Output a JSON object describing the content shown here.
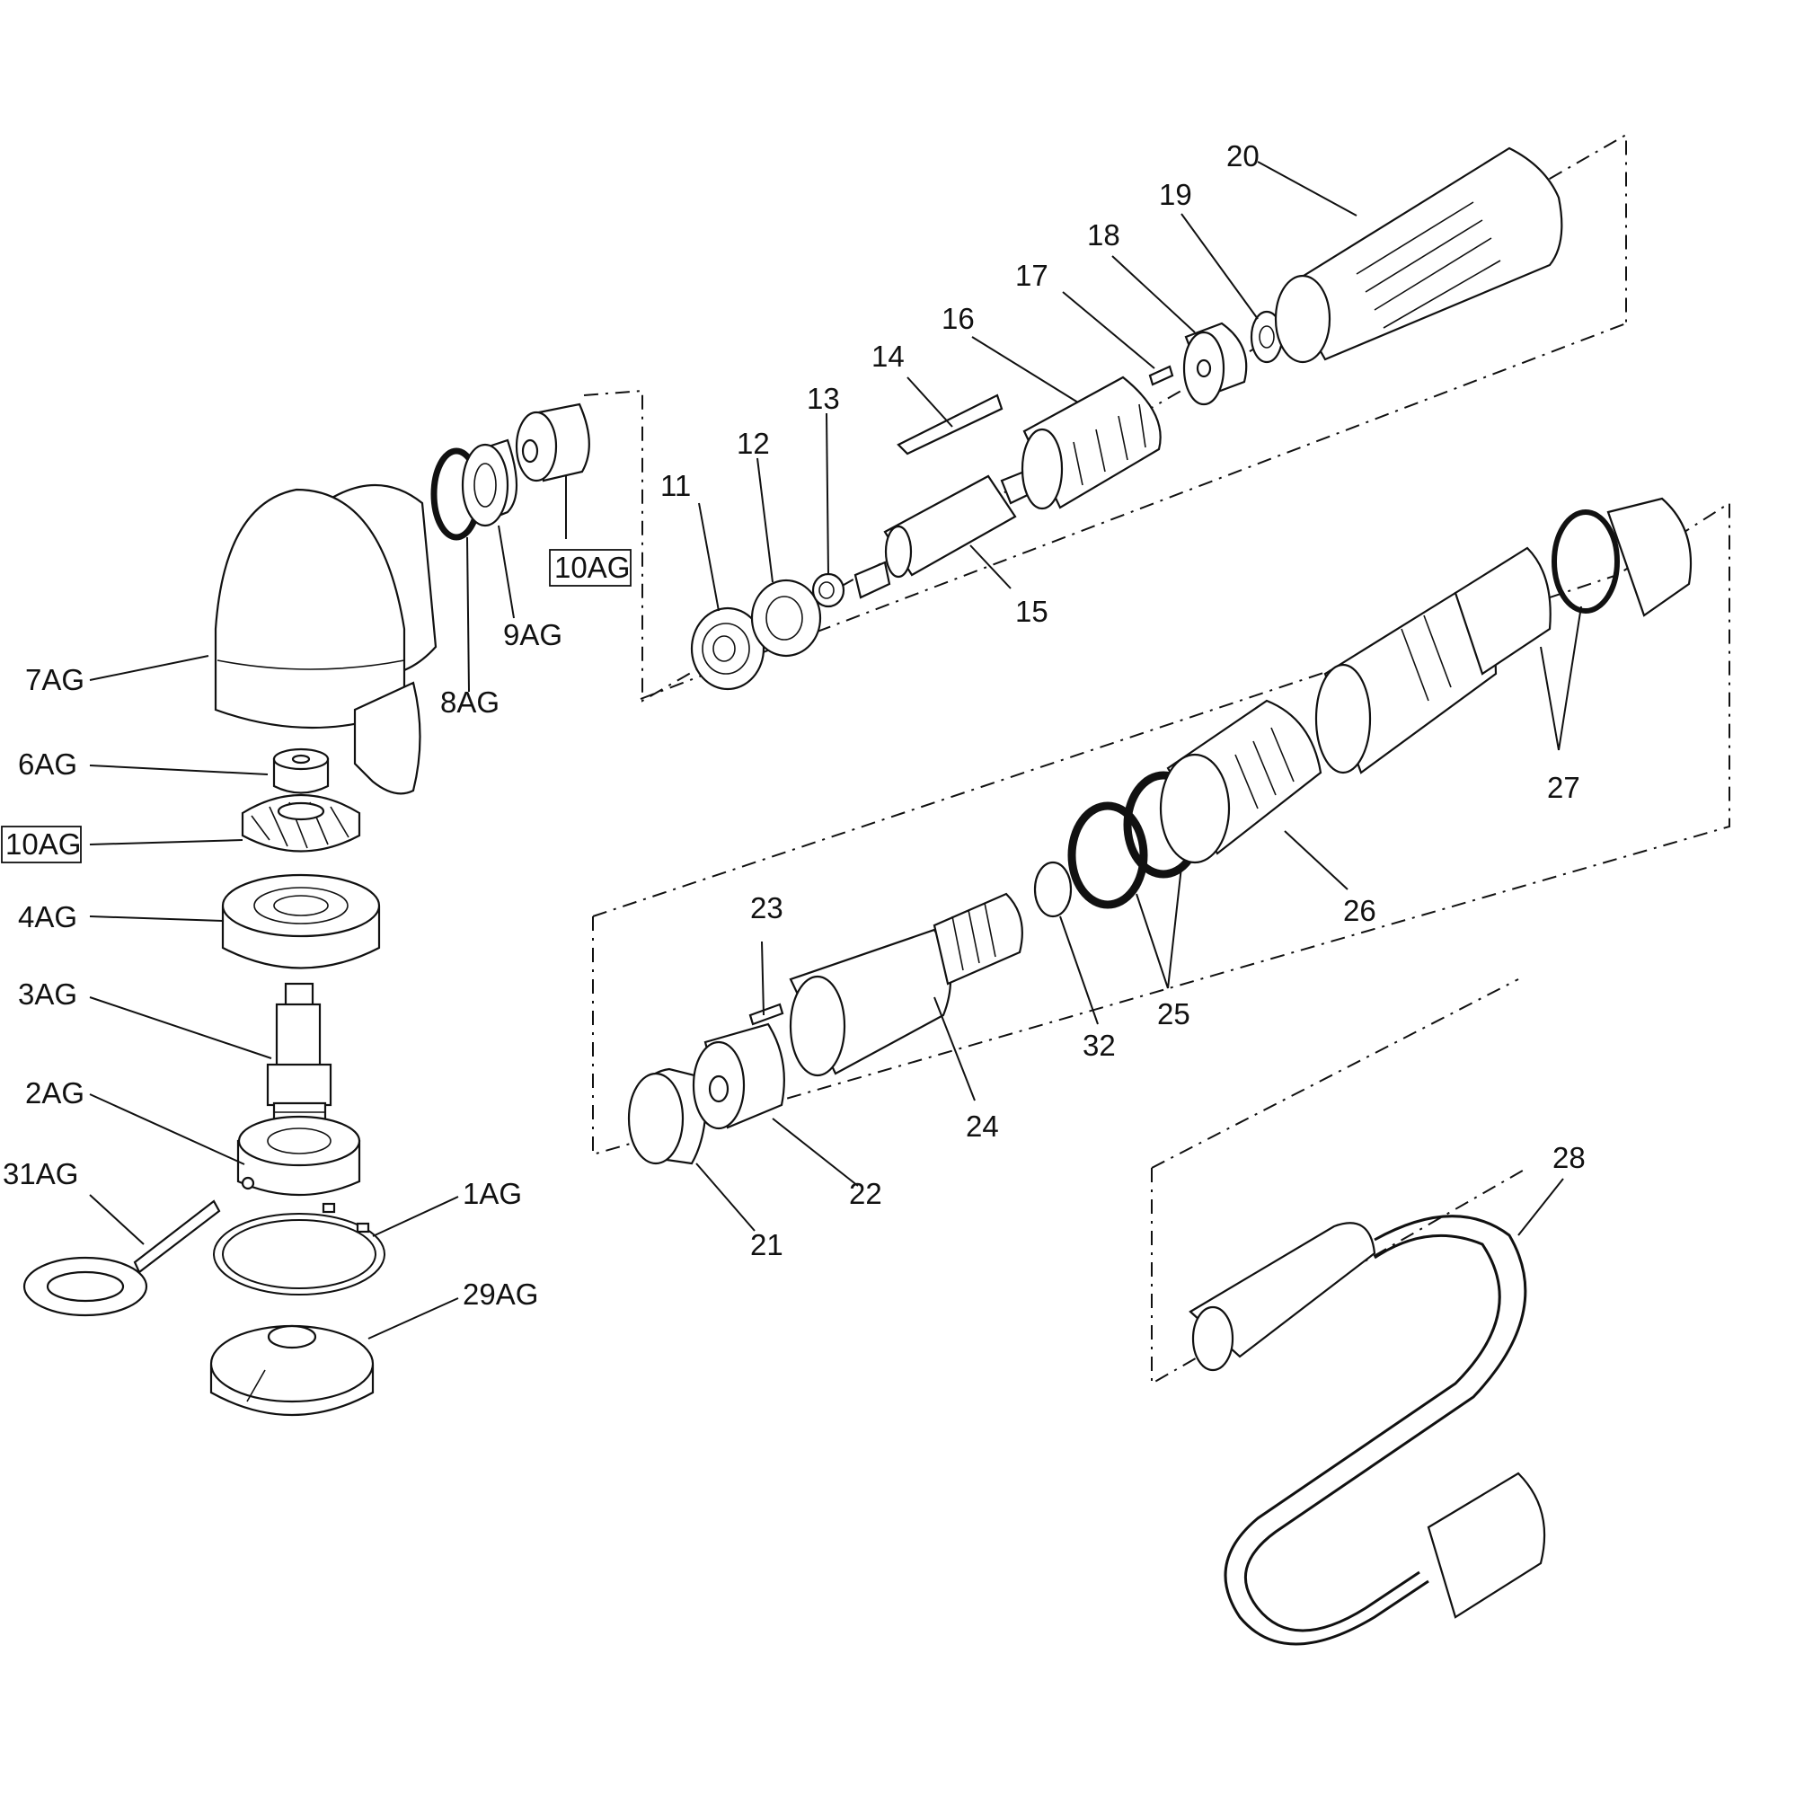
{
  "labels": {
    "p1AG": "1AG",
    "p2AG": "2AG",
    "p3AG": "3AG",
    "p4AG": "4AG",
    "p6AG": "6AG",
    "p7AG": "7AG",
    "p8AG": "8AG",
    "p9AG": "9AG",
    "p10AG_top": "10AG",
    "p10AG_left": "10AG",
    "p11": "11",
    "p12": "12",
    "p13": "13",
    "p14": "14",
    "p15": "15",
    "p16": "16",
    "p17": "17",
    "p18": "18",
    "p19": "19",
    "p20": "20",
    "p21": "21",
    "p22": "22",
    "p23": "23",
    "p24": "24",
    "p25": "25",
    "p26": "26",
    "p27": "27",
    "p28": "28",
    "p29AG": "29AG",
    "p31AG": "31AG",
    "p32": "32"
  }
}
